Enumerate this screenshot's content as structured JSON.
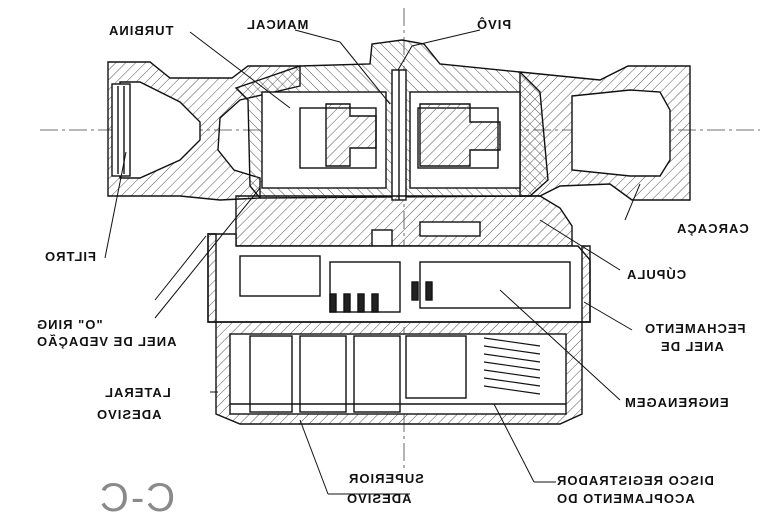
{
  "section_label": "C-C",
  "labels": {
    "turbina": "TURBINA",
    "mancal": "MANCAL",
    "pivo": "PIVÔ",
    "filtro": "FILTRO",
    "carcaca": "CARCAÇA",
    "cupula": "CÚPULA",
    "o_ring_1": "\"O\" RING",
    "o_ring_2": "ANEL DE VEDAÇÃO",
    "fechamento_1": "FECHAMENTO",
    "fechamento_2": "ANEL DE",
    "adesivo_lateral_1": "LATERAL",
    "adesivo_lateral_2": "ADESIVO",
    "engrenagem": "ENGRENAGEM",
    "adesivo_superior_1": "SUPERIOR",
    "adesivo_superior_2": "ADESIVO",
    "acoplamento_1": "DISCO REGISTRADOR",
    "acoplamento_2": "ACOPLAMENTO DO"
  },
  "colors": {
    "line": "#1a1a1a",
    "hatch": "#555555",
    "title": "#8a8a8a"
  }
}
